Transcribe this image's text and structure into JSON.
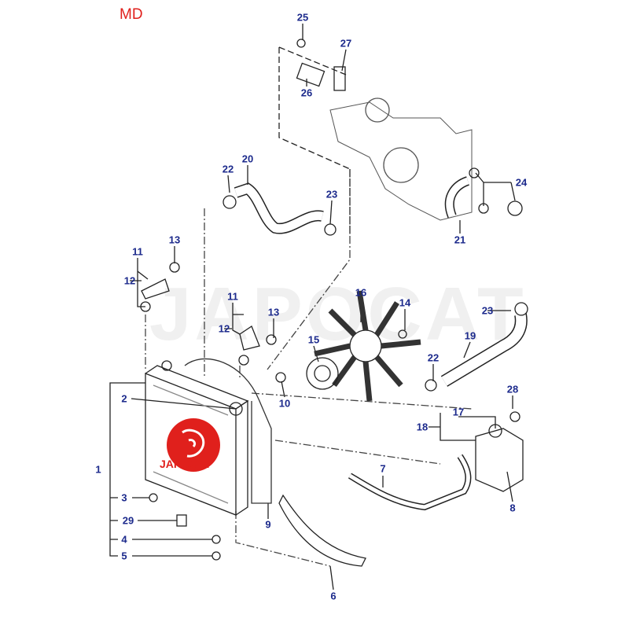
{
  "diagram": {
    "model_code": "MD",
    "watermark": "JAPOCAT",
    "logo_text": "JAPOCAT",
    "colors": {
      "label": "#1c2a8c",
      "model_code": "#e0201c",
      "logo": "#e0201c"
    },
    "callouts": [
      "25",
      "27",
      "26",
      "22",
      "20",
      "23",
      "24",
      "21",
      "11",
      "13",
      "12",
      "11",
      "13",
      "12",
      "16",
      "14",
      "15",
      "23",
      "19",
      "22",
      "28",
      "2",
      "10",
      "17",
      "18",
      "1",
      "7",
      "8",
      "3",
      "29",
      "9",
      "4",
      "5",
      "6"
    ]
  }
}
